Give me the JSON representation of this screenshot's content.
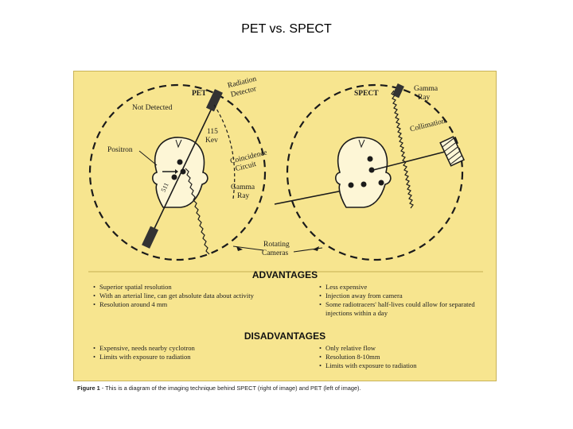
{
  "slide": {
    "title": "PET vs. SPECT"
  },
  "diagram": {
    "labels": {
      "pet": "PET",
      "not_detected": "Not Detected",
      "radiation_detector_1": "Radiation",
      "radiation_detector_2": "Detector",
      "kev_1": "115",
      "kev_2": "Kev",
      "positron": "Positron",
      "coincidence_1": "Coincidence",
      "coincidence_2": "Circuit",
      "kev511": "511",
      "gamma_ray_mid_1": "Gamma",
      "gamma_ray_mid_2": "Ray",
      "rotating_1": "Rotating",
      "rotating_2": "Cameras",
      "spect": "SPECT",
      "gamma_ray_top_1": "Gamma",
      "gamma_ray_top_2": "Ray",
      "collimation": "Collimation"
    },
    "colors": {
      "background": "#f7e58f",
      "ink": "#1b1b1b",
      "detector": "#333333"
    }
  },
  "advantages": {
    "heading": "ADVANTAGES",
    "pet": [
      "Superior spatial resolution",
      "With an arterial line, can get absolute data about activity",
      "Resolution around 4 mm"
    ],
    "spect": [
      "Less expensive",
      "Injection away from camera",
      "Some radiotracers' half-lives could allow for separated injections within a day"
    ]
  },
  "disadvantages": {
    "heading": "DISADVANTAGES",
    "pet": [
      "Expensive, needs nearby cyclotron",
      "Limits with exposure to radiation"
    ],
    "spect": [
      "Only relative flow",
      "Resolution 8-10mm",
      "Limits with exposure to radiation"
    ]
  },
  "caption": {
    "label": "Figure 1",
    "text": " - This is a diagram of the imaging technique behind SPECT (right of image) and PET (left of image)."
  }
}
